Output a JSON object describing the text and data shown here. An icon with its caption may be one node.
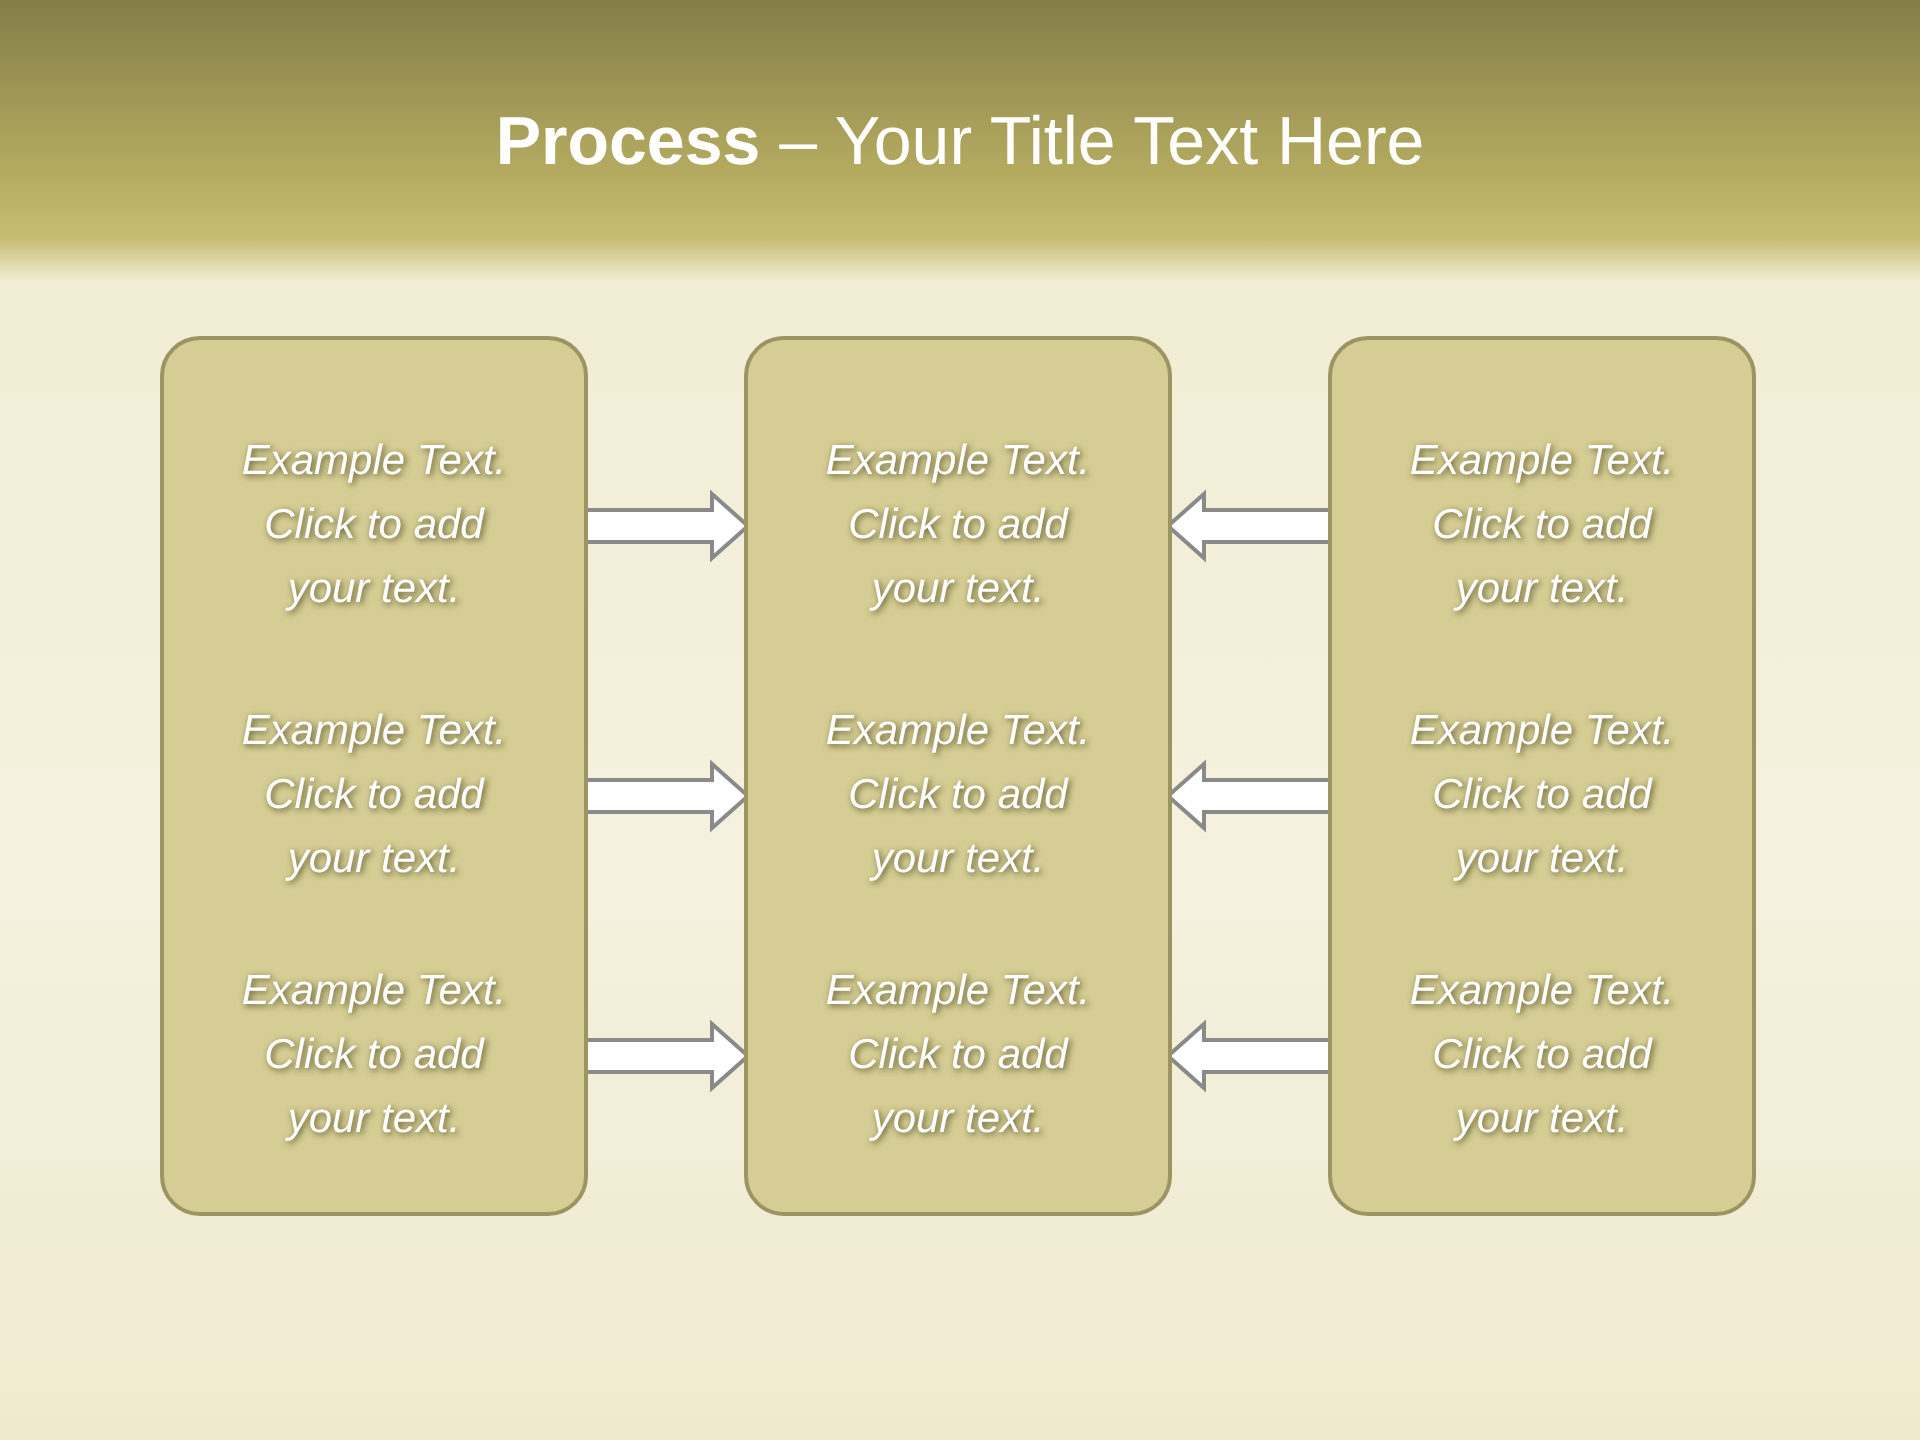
{
  "diagram": {
    "title": "**Process** – Your Title Text Here",
    "nodes": [
      {
        "text": [],
        "shape": "box"
      },
      {
        "text": [
          "Example Text. Click to add your text."
        ],
        "in": 0
      },
      {
        "text": [
          "Example Text. Click to add your text."
        ],
        "in": 0
      },
      {
        "text": [
          "Example Text. Click to add your text."
        ],
        "in": 0
      },
      {
        "text": [],
        "shape": "box"
      },
      {
        "text": [
          "Example Text. Click to add your text."
        ],
        "in": 4
      },
      {
        "text": [
          "Example Text. Click to add your text."
        ],
        "in": 4
      },
      {
        "text": [
          "Example Text. Click to add your text."
        ],
        "in": 4
      },
      {
        "text": [],
        "shape": "box"
      },
      {
        "text": [
          "Example Text. Click to add your text."
        ],
        "in": 8
      },
      {
        "text": [
          "Example Text. Click to add your text."
        ],
        "in": 8
      },
      {
        "text": [
          "Example Text. Click to add your text."
        ],
        "in": 8
      }
    ],
    "edges": [
      {
        "from": 1,
        "to": 5,
        "arrow": "to"
      },
      {
        "from": 2,
        "to": 6,
        "arrow": "to"
      },
      {
        "from": 3,
        "to": 7,
        "arrow": "to"
      },
      {
        "from": 9,
        "to": 5,
        "arrow": "to"
      },
      {
        "from": 10,
        "to": 6,
        "arrow": "to"
      },
      {
        "from": 11,
        "to": 7,
        "arrow": "to"
      }
    ]
  }
}
